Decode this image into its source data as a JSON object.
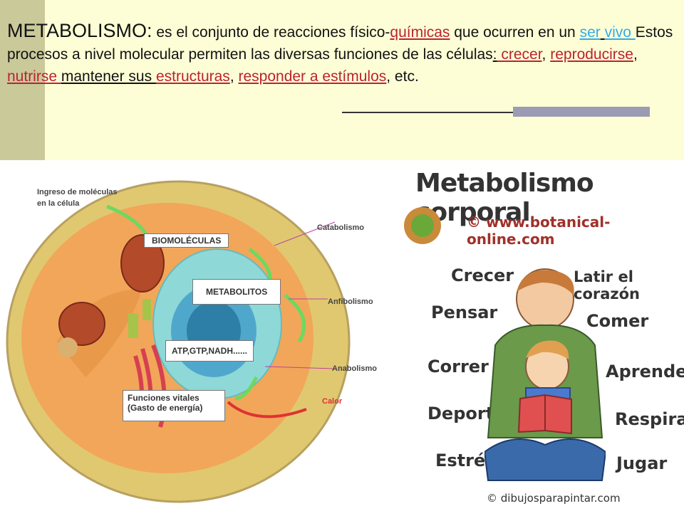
{
  "header": {
    "title": "METABOLISMO:",
    "t1": " es el conjunto de reacciones físico-",
    "link_quimicas": "químicas",
    "t2": " que ocurren en un ",
    "link_ser": "ser",
    "t3": " ",
    "link_vivo": " vivo ",
    "t4": "Estos  procesos a nivel molecular permiten las diversas funciones de las células",
    "t5": ":",
    "link_crecer": " crecer",
    "t6": ", ",
    "link_reproducirse": "reproducirse",
    "t7": ", ",
    "link_nutrirse": "nutrirse ",
    "t8": " mantener sus ",
    "link_estructuras": "estructuras",
    "t9": ", ",
    "link_responder": "responder a estímulos",
    "t10": ", etc."
  },
  "cell_diagram": {
    "ingreso": "Ingreso de moléculas",
    "ingreso2": "en la célula",
    "biomoleculas": "BIOMOLÉCULAS",
    "metabolitos": "METABOLITOS",
    "atp": "ATP,GTP,NADH......",
    "funciones1": "Funciones vitales",
    "funciones2": "(Gasto de energía)",
    "catabolismo": "Catabolismo",
    "anfibolismo": "Anfibolismo",
    "anabolismo": "Anabolismo",
    "calor": "Calor"
  },
  "poster": {
    "title": "Metabolismo corporal",
    "site": "© www.botanical-online.com",
    "words": [
      "Crecer",
      "Latir el corazón",
      "Pensar",
      "Comer",
      "Correr",
      "Aprender",
      "Deporte",
      "Respirar",
      "Estrés",
      "Jugar"
    ],
    "copyright": "© dibujosparapintar.com"
  }
}
